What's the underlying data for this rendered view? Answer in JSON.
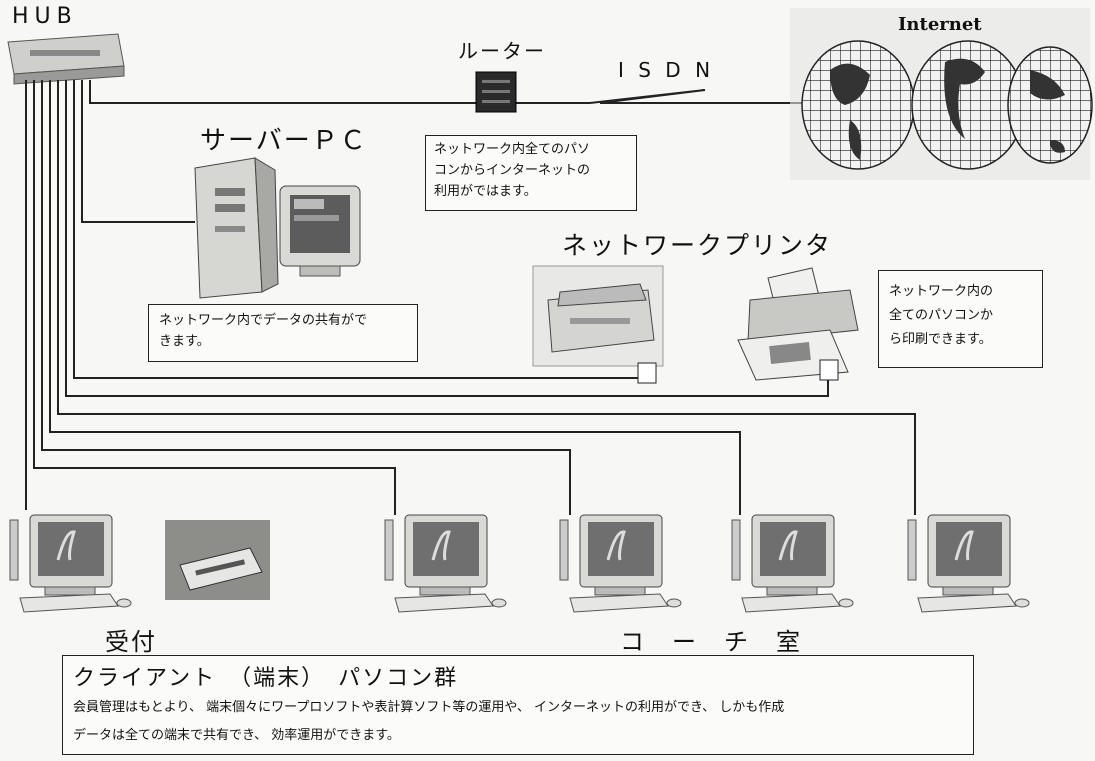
{
  "labels": {
    "hub": "HUB",
    "router": "ルーター",
    "isdn": "I S D N",
    "internet": "Internet",
    "server_pc": "サーバーＰＣ",
    "network_printer": "ネットワークプリンタ",
    "reception": "受付",
    "coach_room": "コ　ー　チ　室"
  },
  "notes": {
    "router": [
      "ネットワーク内全てのパソ",
      "コンからインターネットの",
      "利用がではます。"
    ],
    "server": [
      "ネットワーク内でデータの共有がで",
      "きます。"
    ],
    "printer": [
      "ネットワーク内の",
      "全てのパソコンか",
      "ら印刷できます。"
    ]
  },
  "client_group": {
    "title": "クライアント　（端末）　パソコン群",
    "description_line1": "会員管理はもとより、 端末個々にワープロソフトや表計算ソフト等の運用や、 インターネットの利用ができ、 しかも作成",
    "description_line2": "データは全ての端末で共有でき、 効率運用ができます。"
  },
  "colors": {
    "line": "#222222",
    "device_light": "#dcdcd8",
    "device_dark": "#3a3a3a",
    "screen": "#6f6f6f"
  }
}
